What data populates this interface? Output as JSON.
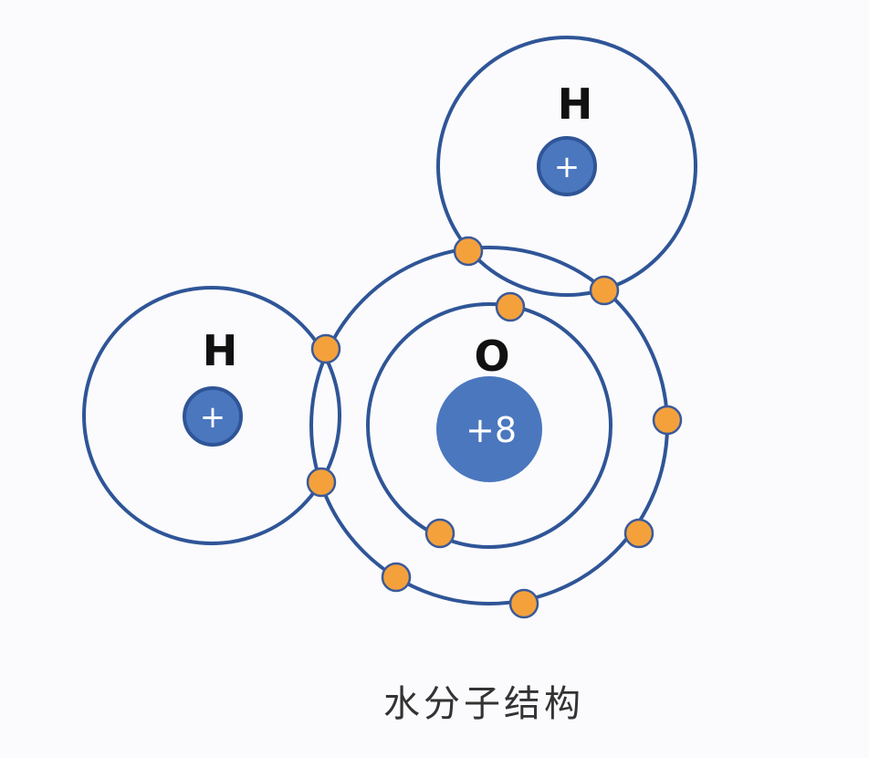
{
  "colors": {
    "orbit": "#2f5597",
    "nucleus": "#4a77be",
    "nucleus_border": "#2f5597",
    "electron": "#f4a13c",
    "electron_border": "#3b5a9a",
    "label": "#111111"
  },
  "atoms": {
    "hydrogen_top": {
      "symbol": "H",
      "charge": "+"
    },
    "hydrogen_left": {
      "symbol": "H",
      "charge": "+"
    },
    "oxygen": {
      "symbol": "O",
      "charge": "+8"
    }
  },
  "caption": "水分子结构"
}
